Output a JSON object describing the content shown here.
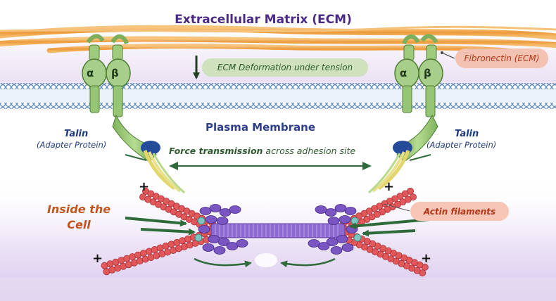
{
  "diagram": {
    "title": "Extracellular Matrix (ECM)",
    "plasma_membrane_label": "Plasma Membrane",
    "ecm_deformation_label": "ECM Deformation under tension",
    "fibronectin_label": "Fibronectin (ECM)",
    "talin_left": {
      "name": "Talin",
      "subtitle": "(Adapter Protein)"
    },
    "talin_right": {
      "name": "Talin",
      "subtitle": "(Adapter Protein)"
    },
    "force_bold": "Force transmission",
    "force_rest": " across adhesion site",
    "inside_cell_label": "Inside the Cell",
    "actin_label": "Actin filaments",
    "integrin_alpha": "α",
    "integrin_beta": "β",
    "plus_sign": "+",
    "colors": {
      "title": "#4b2a86",
      "membrane": "#4a7bb5",
      "integrin": "#a8cf8a",
      "talin_head": "#244b9a",
      "actin": "#e0585a",
      "myosin": "#7a56c2",
      "arrow": "#2f6b3a",
      "ecm_fiber": "#f0a446"
    }
  }
}
